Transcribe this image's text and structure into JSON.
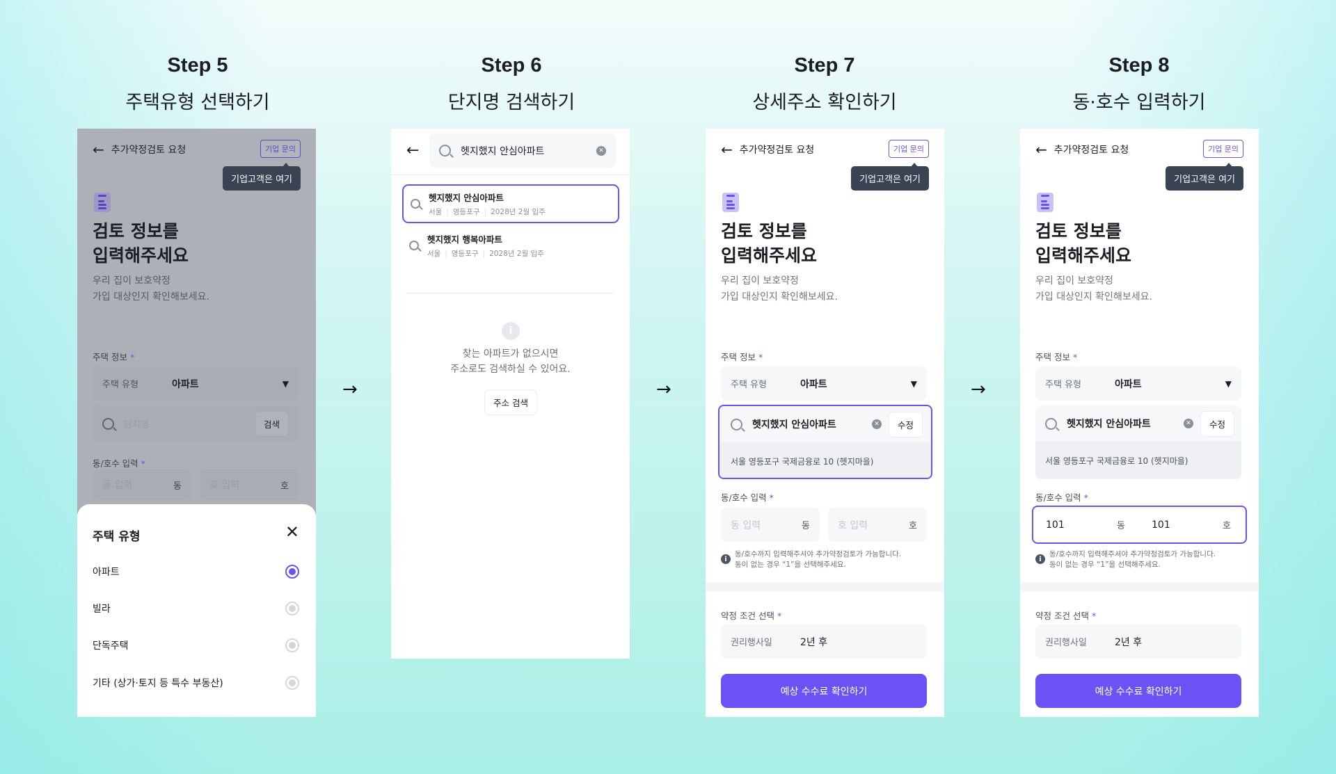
{
  "steps": [
    {
      "number": "Step 5",
      "title": "주택유형 선택하기"
    },
    {
      "number": "Step 6",
      "title": "단지명 검색하기"
    },
    {
      "number": "Step 7",
      "title": "상세주소 확인하기"
    },
    {
      "number": "Step 8",
      "title": "동·호수 입력하기"
    }
  ],
  "arrow": "→",
  "form": {
    "header_title": "추가약정검토 요청",
    "badge": "기업 문의",
    "tooltip": "기업고객은 여기",
    "heading_line1": "검토 정보를",
    "heading_line2": "입력해주세요",
    "sub_line1": "우리 집이 보호약정",
    "sub_line2": "가입 대상인지 확인해보세요.",
    "required": "*",
    "house_label": "주택 정보",
    "type_label": "주택 유형",
    "type_value": "아파트",
    "complex_placeholder": "단지명",
    "search_button": "검색",
    "complex_value": "헷지했지 안심아파트",
    "edit_button": "수정",
    "address": "서울 영등포구 국제금융로 10 (헷지마을)",
    "unit_label": "동/호수 입력",
    "dong_placeholder": "동 입력",
    "dong_suffix": "동",
    "ho_placeholder": "호 입력",
    "ho_suffix": "호",
    "dong_value": "101",
    "ho_value": "101",
    "hint_line1": "동/호수까지 입력해주셔야 추가약정검토가 가능합니다.",
    "hint_line2": "동이 없는 경우 “1”을 선택해주세요.",
    "terms_label": "약정 조건 선택",
    "terms_key": "권리행사일",
    "terms_value": "2년 후",
    "cta": "예상 수수료 확인하기"
  },
  "sheet": {
    "title": "주택 유형",
    "options": [
      "아파트",
      "빌라",
      "단독주택",
      "기타 (상가·토지 등 특수 부동산)"
    ],
    "selected_index": 0
  },
  "search": {
    "query": "헷지했지 안심아파트",
    "results": [
      {
        "name": "헷지했지 안심아파트",
        "city": "서울",
        "district": "영등포구",
        "move_in": "2028년 2월 입주"
      },
      {
        "name": "헷지했지 행복아파트",
        "city": "서울",
        "district": "영등포구",
        "move_in": "2028년 2월 입주"
      }
    ],
    "empty_line1": "찾는 아파트가 없으시면",
    "empty_line2": "주소로도 검색하실 수 있어요.",
    "address_search_button": "주소 검색"
  },
  "colors": {
    "accent": "#6b52f5",
    "tooltip": "#3a4351"
  }
}
